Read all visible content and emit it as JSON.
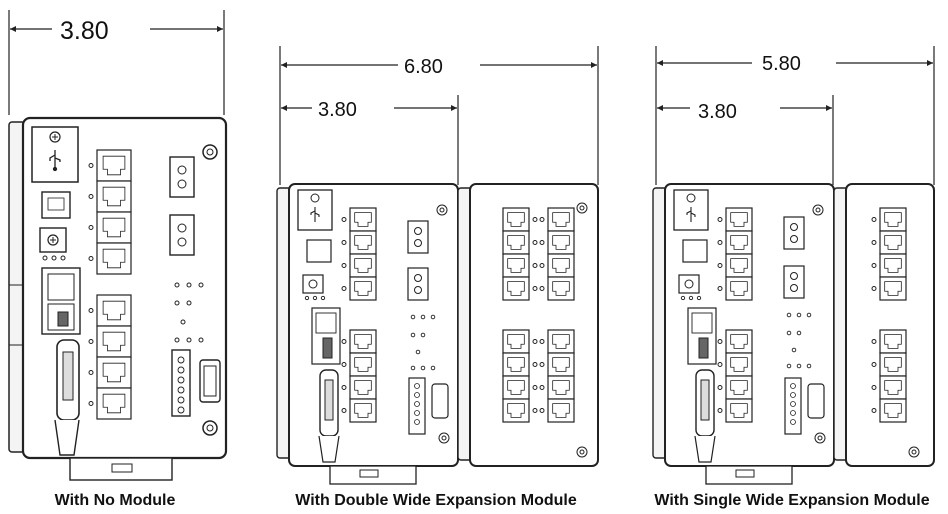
{
  "figures": [
    {
      "caption": "With No Module",
      "dimensions": [
        "3.80"
      ]
    },
    {
      "caption": "With Double Wide Expansion Module",
      "dimensions": [
        "6.80",
        "3.80"
      ]
    },
    {
      "caption": "With Single Wide Expansion Module",
      "dimensions": [
        "5.80",
        "3.80"
      ]
    }
  ],
  "icons": {
    "usb": "usb-icon",
    "screw": "screw-icon"
  },
  "colors": {
    "line": "#222222",
    "panel": "#f4f4f4",
    "port": "#ffffff"
  }
}
